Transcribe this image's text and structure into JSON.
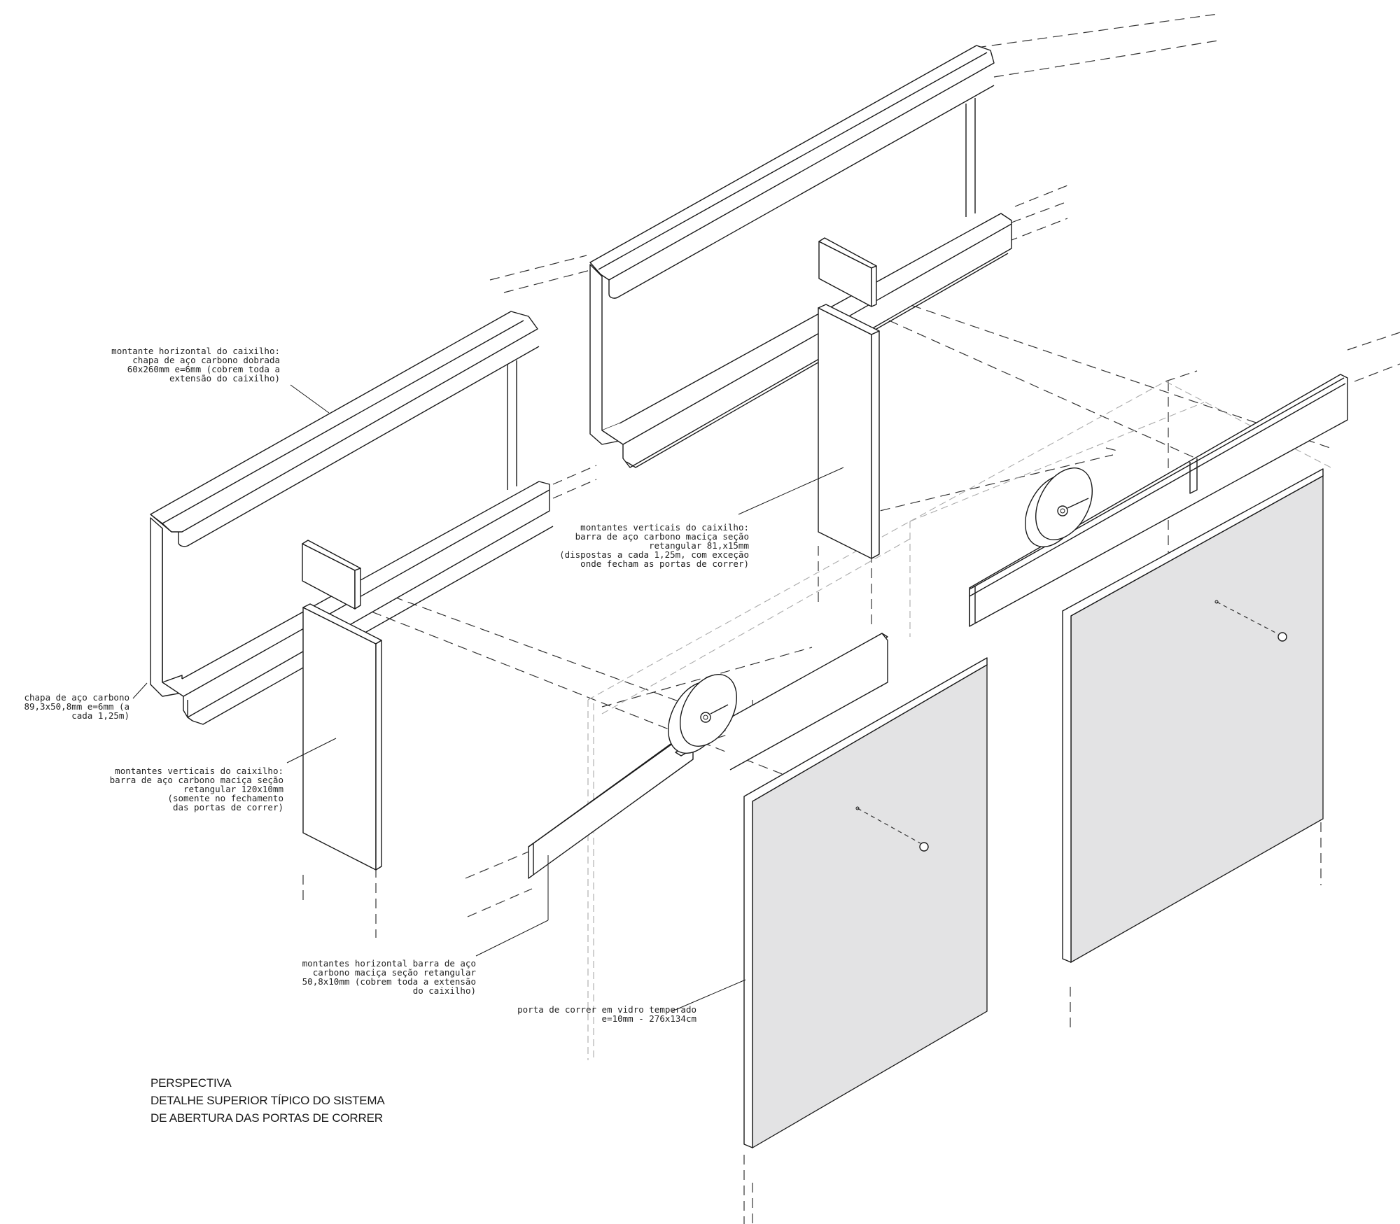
{
  "annotations": {
    "montante_horizontal_caixilho": "montante horizontal do caixilho:\nchapa de aço carbono dobrada\n60x260mm e=6mm (cobrem toda a\nextensão do caixilho)",
    "chapa_aco_carbono": "chapa de aço carbono\n89,3x50,8mm e=6mm (a\ncada 1,25m)",
    "montantes_verticais_120": "montantes verticais do caixilho:\nbarra de aço carbono maciça seção\nretangular 120x10mm\n(somente no fechamento\ndas portas de correr)",
    "montantes_verticais_81": "montantes verticais do caixilho:\nbarra de aço carbono maciça seção\nretangular 81,x15mm\n(dispostas a cada 1,25m, com exceção\nonde fecham as portas de correr)",
    "montantes_horizontal_barra": "montantes horizontal barra de aço\ncarbono maciça seção retangular\n50,8x10mm (cobrem toda a extensão\ndo caixilho)",
    "porta_correr": "porta de correr em vidro temperado\ne=10mm - 276x134cm"
  },
  "title": {
    "line1": "PERSPECTIVA",
    "line2": "DETALHE SUPERIOR TÍPICO DO SISTEMA",
    "line3": "DE ABERTURA DAS PORTAS DE CORRER"
  },
  "colors": {
    "glass": "#e3e3e4",
    "line": "#1a1a1a",
    "background": "#ffffff"
  }
}
